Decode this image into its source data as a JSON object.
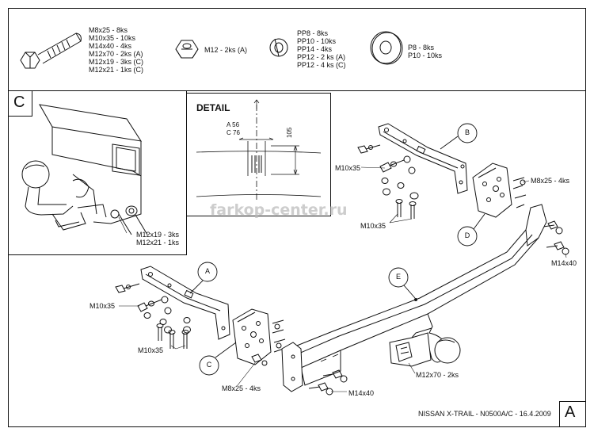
{
  "drawing": {
    "title_block": "NISSAN X-TRAIL - N0500A/C - 16.4.2009",
    "sheet_letter": "A",
    "watermark": "farkop-center.ru"
  },
  "parts_legend": {
    "bolt_sizes": [
      "M8x25 - 8ks",
      "M10x35 - 10ks",
      "M14x40 - 4ks",
      "M12x70 - 2ks (A)",
      "M12x19 - 3ks (C)",
      "M12x21 - 1ks (C)"
    ],
    "nut": "M12 - 2ks (A)",
    "spring_washers": [
      "PP8 - 8ks",
      "PP10 - 10ks",
      "PP14 - 4ks",
      "PP12 - 2 ks (A)",
      "PP12 - 4 ks (C)"
    ],
    "flat_washers": [
      "P8 - 8ks",
      "P10 - 10ks"
    ]
  },
  "view_c": {
    "letter": "C",
    "labels": [
      "M12x19 - 3ks",
      "M12x21 - 1ks"
    ]
  },
  "detail": {
    "title": "DETAIL",
    "dim_a": "A 56",
    "dim_c": "C 76",
    "dim_height": "105"
  },
  "callouts": {
    "a": "A",
    "b": "B",
    "c": "C",
    "d": "D",
    "e": "E"
  },
  "assembly_labels": {
    "m10x35_b_top": "M10x35",
    "m10x35_b_bottom": "M10x35",
    "m8x25_right": "M8x25 - 4ks",
    "m14x40_right": "M14x40",
    "m10x35_a_top": "M10x35",
    "m10x35_a_bottom": "M10x35",
    "m8x25_left": "M8x25 - 4ks",
    "m14x40_left": "M14x40",
    "m12x70": "M12x70 - 2ks"
  }
}
